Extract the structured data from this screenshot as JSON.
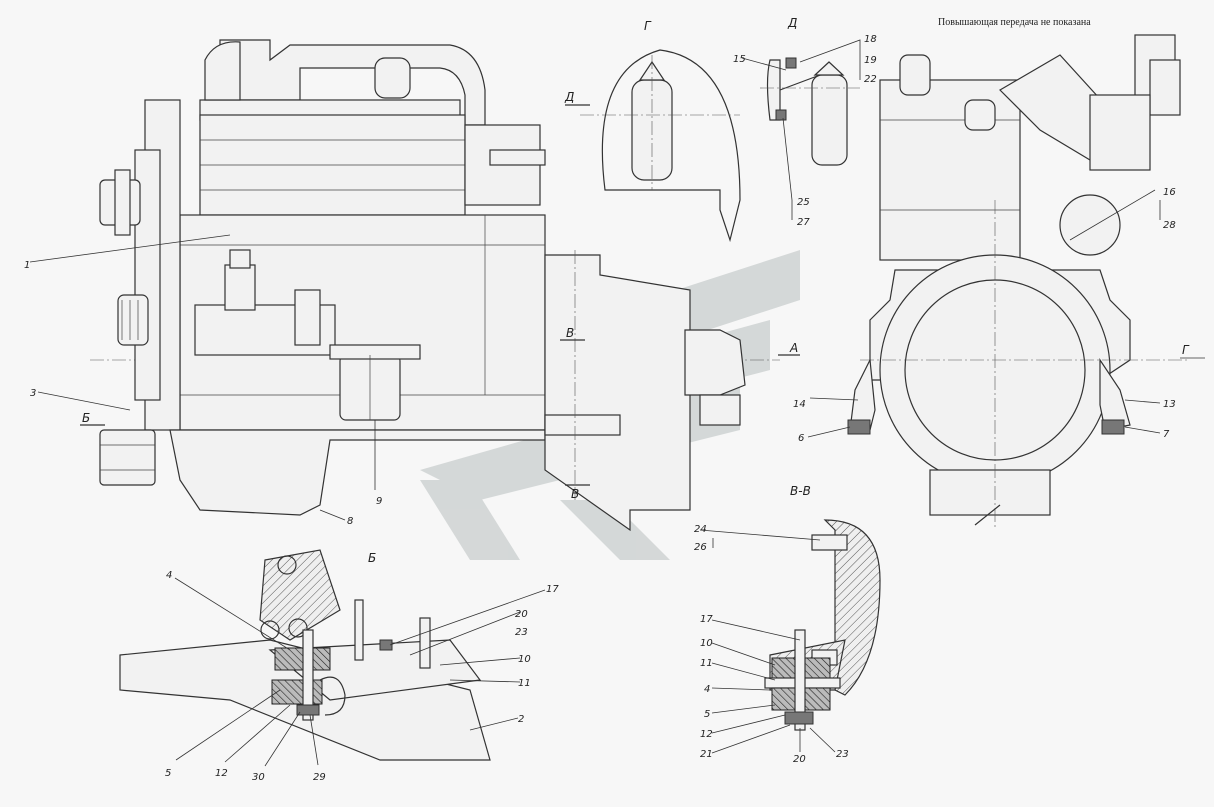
{
  "note": "Повышающая передача не показана",
  "sections": {
    "G_top": "Г",
    "D_top": "Д",
    "D_left": "Д",
    "B_left": "Б",
    "B_detail": "Б",
    "V_arrow": "В",
    "V_bottom": "В",
    "A_arrow": "А",
    "G_right": "Г",
    "VV": "В-В"
  },
  "callouts": {
    "c1": "1",
    "c3": "3",
    "c8": "8",
    "c9": "9",
    "c15": "15",
    "c18": "18",
    "c19": "19",
    "c22": "22",
    "c25": "25",
    "c27": "27",
    "c16": "16",
    "c28": "28",
    "c14": "14",
    "c6": "6",
    "c13": "13",
    "c7": "7",
    "b4": "4",
    "b17": "17",
    "b20": "20",
    "b23": "23",
    "b10": "10",
    "b11": "11",
    "b2": "2",
    "b5": "5",
    "b12": "12",
    "b30": "30",
    "b29": "29",
    "v24": "24",
    "v26": "26",
    "v17": "17",
    "v10": "10",
    "v11": "11",
    "v4": "4",
    "v5": "5",
    "v12": "12",
    "v21": "21",
    "v20": "20",
    "v23": "23"
  },
  "colors": {
    "ink": "#333333",
    "watermark": "#b9bfbf",
    "paper": "#f7f7f7"
  }
}
